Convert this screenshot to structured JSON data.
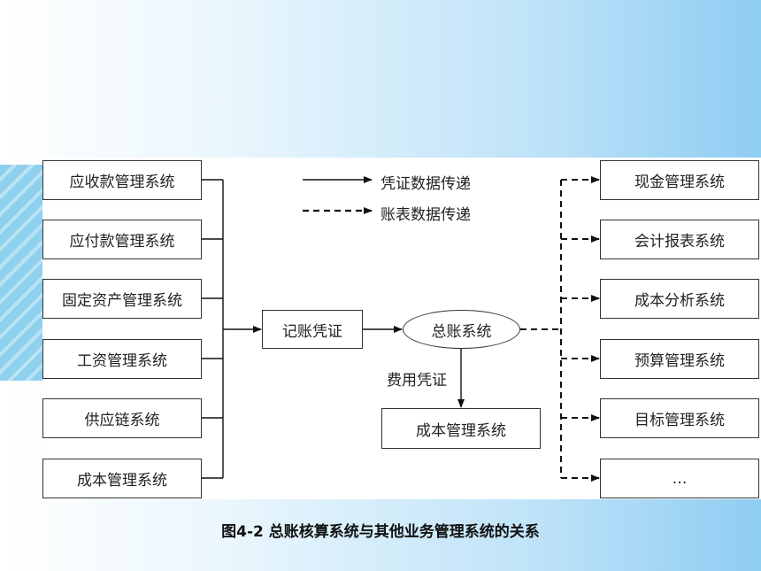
{
  "left_systems": [
    "应收款管理系统",
    "应付款管理系统",
    "固定资产管理系统",
    "工资管理系统",
    "供应链系统",
    "成本管理系统"
  ],
  "right_systems": [
    "现金管理系统",
    "会计报表系统",
    "成本分析系统",
    "预算管理系统",
    "目标管理系统",
    "…"
  ],
  "legend": {
    "solid": "凭证数据传递",
    "dashed": "账表数据传递"
  },
  "center": {
    "voucher": "记账凭证",
    "ledger": "总账系统",
    "expense_label": "费用凭证",
    "cost_system": "成本管理系统"
  },
  "caption": "图4-2  总账核算系统与其他业务管理系统的关系",
  "colors": {
    "line": "#111111",
    "border": "#333333"
  }
}
